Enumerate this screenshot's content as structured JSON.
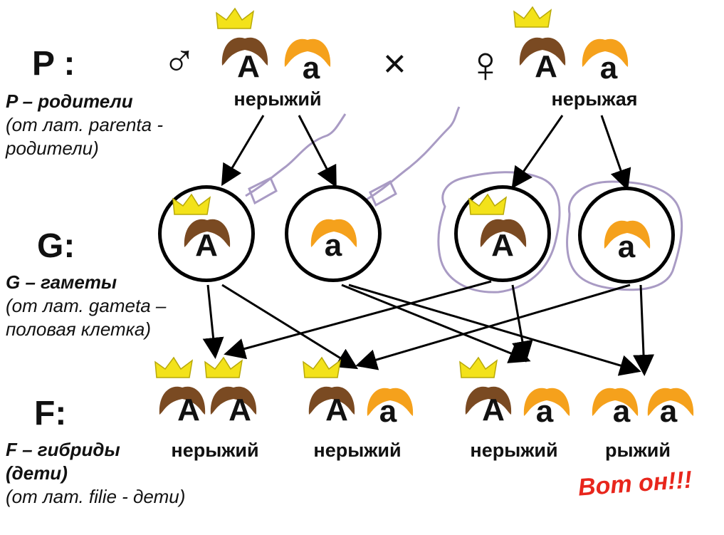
{
  "rows": {
    "p_label": "P :",
    "g_label": "G:",
    "f_label": "F:"
  },
  "notes": {
    "p_line1": "P – родители",
    "p_line2": "(от лат. parenta -",
    "p_line3": "родители)",
    "g_line1": "G – гаметы",
    "g_line2": "(от лат. gameta –",
    "g_line3": "половая клетка)",
    "f_line1": "F – гибриды",
    "f_line2": "(дети)",
    "f_line3": "(от лат. filie - дети)"
  },
  "symbols": {
    "male": "♂",
    "female": "♀",
    "cross": "×"
  },
  "parents": {
    "male": {
      "allele1": "A",
      "allele2": "a",
      "phenotype": "нерыжий"
    },
    "female": {
      "allele1": "A",
      "allele2": "a",
      "phenotype": "нерыжая"
    }
  },
  "gametes": [
    {
      "allele": "A"
    },
    {
      "allele": "a"
    },
    {
      "allele": "A"
    },
    {
      "allele": "a"
    }
  ],
  "offspring": [
    {
      "allele1": "A",
      "allele2": "A",
      "phenotype": "нерыжий"
    },
    {
      "allele1": "A",
      "allele2": "a",
      "phenotype": "нерыжий"
    },
    {
      "allele1": "A",
      "allele2": "a",
      "phenotype": "нерыжий"
    },
    {
      "allele1": "a",
      "allele2": "a",
      "phenotype": "рыжий"
    }
  ],
  "callout": "Вот он!!!",
  "colors": {
    "dominant_hair": "#7a4a22",
    "recessive_hair": "#f5a11c",
    "crown": "#f3e21a",
    "outline": "#a99bc4",
    "callout": "#e8261c"
  }
}
